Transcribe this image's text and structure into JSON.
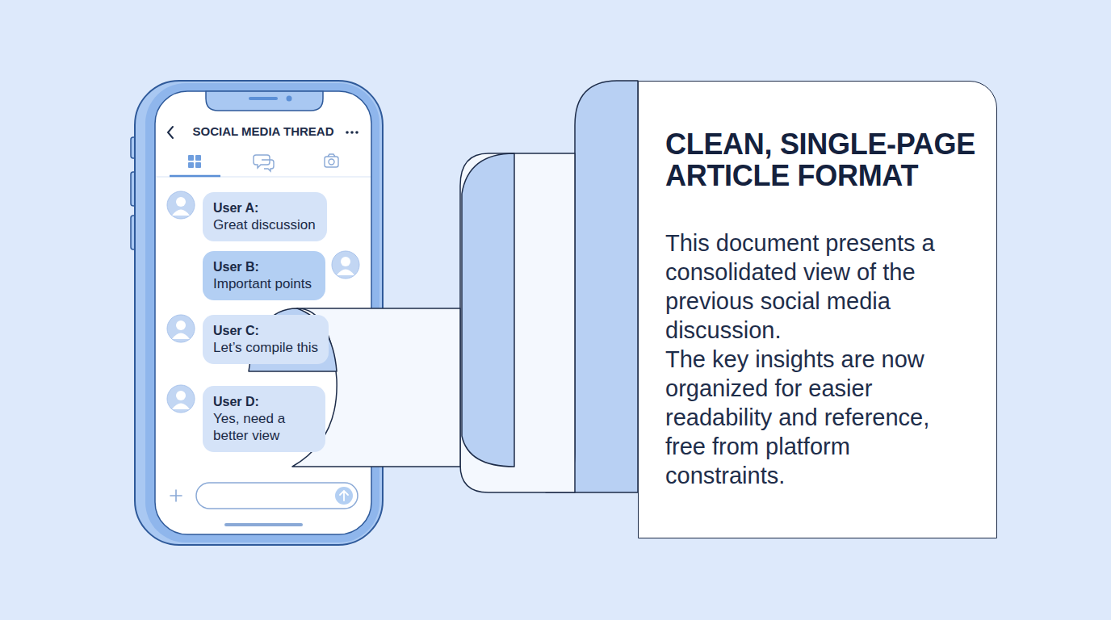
{
  "diagram": {
    "nodes": [
      {
        "text": [
          "SOCIAL MEDIA THREAD"
        ]
      },
      {
        "text": [
          "User A:",
          "Great discussion"
        ],
        "in": 0
      },
      {
        "text": [
          "User B:",
          "Important points"
        ],
        "in": 0
      },
      {
        "text": [
          "User C:",
          "Let’s compile this"
        ],
        "in": 0
      },
      {
        "text": [
          "User D:",
          "Yes, need a better view"
        ],
        "in": 0
      },
      {
        "text": [
          "CLEAN, SINGLE-PAGE ARTICLE FORMAT",
          "This document presents a consolidated view of the previous social media discussion.",
          "The key insights are now organized for easier readability and reference, free from platform constraints."
        ]
      }
    ]
  }
}
